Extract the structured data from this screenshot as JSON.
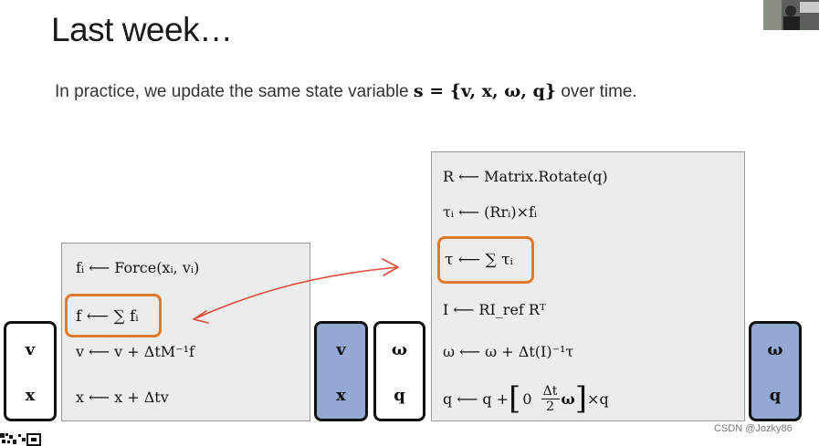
{
  "title": "Last week…",
  "subtitle": {
    "prefix": "In practice, we update the same state variable ",
    "formula": "s = {v, x, ω, q}",
    "suffix": " over time."
  },
  "left_panel": {
    "lines": [
      "fᵢ ⟵ Force(xᵢ, vᵢ)",
      "f ⟵ ∑ fᵢ",
      "v ⟵ v + ΔtM⁻¹f",
      "x ⟵ x + Δtv"
    ]
  },
  "right_panel": {
    "lines": [
      "R ⟵ Matrix.Rotate(q)",
      "τᵢ ⟵ (Rrᵢ)×fᵢ",
      "τ ⟵ ∑ τᵢ",
      "I ⟵ RI_ref Rᵀ",
      "ω ⟵ ω + Δt(I)⁻¹τ"
    ],
    "last_line": {
      "lhs": "q ⟵ q + ",
      "m00": "0",
      "m01_num": "Δt",
      "m01_den": "2",
      "m01_sym": "ω",
      "rhs": "×q"
    }
  },
  "state_boxes": {
    "left_in": [
      "v",
      "x"
    ],
    "left_out": [
      "v",
      "x"
    ],
    "right_in": [
      "ω",
      "q"
    ],
    "right_out": [
      "ω",
      "q"
    ]
  },
  "colors": {
    "highlight": "#e07a2f",
    "arrow": "#e04a38",
    "filled_box": "#93a8d3",
    "panel": "#ececec"
  },
  "watermark": "CSDN @Jozky86"
}
